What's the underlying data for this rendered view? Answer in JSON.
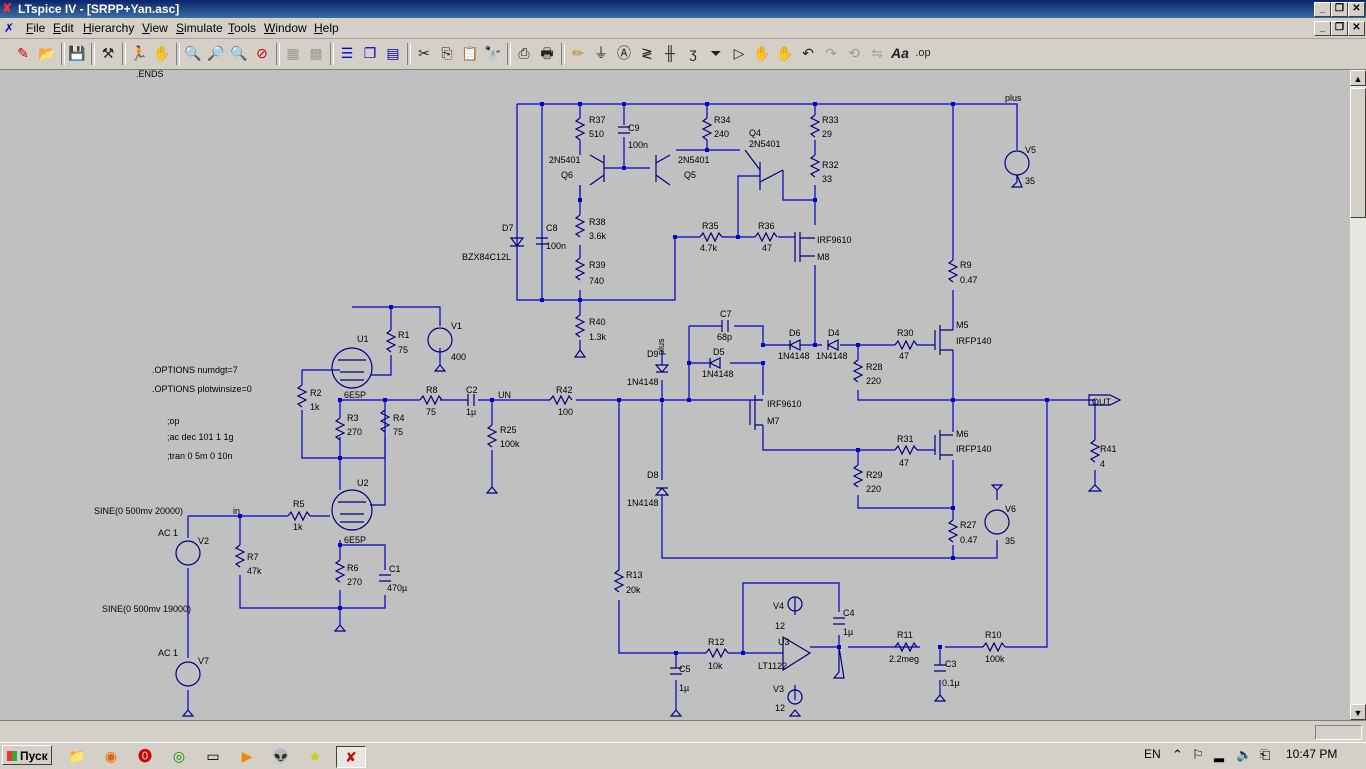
{
  "window": {
    "title": "LTspice IV - [SRPP+Yan.asc]"
  },
  "menu": [
    "File",
    "Edit",
    "Hierarchy",
    "View",
    "Simulate",
    "Tools",
    "Window",
    "Help"
  ],
  "menu_mnemonics": [
    "F",
    "E",
    "H",
    "V",
    "S",
    "T",
    "W",
    "H"
  ],
  "schematic": {
    "directives": [
      ".ENDS",
      ".OPTIONS numdgt=7",
      ".OPTIONS plotwinsize=0",
      ";op",
      ";ac dec 101 1 1g",
      ";tran 0 5m 0 10n"
    ],
    "sources": {
      "V2": {
        "name": "V2",
        "ac": "AC 1",
        "value": "SINE(0 500mv 20000)"
      },
      "V7": {
        "name": "V7",
        "ac": "AC 1",
        "value": "SINE(0 500mv 19000)"
      },
      "V1": {
        "name": "V1",
        "value": "400"
      },
      "V5": {
        "name": "V5",
        "value": "35"
      },
      "V6": {
        "name": "V6",
        "value": "35"
      },
      "V4": {
        "name": "V4",
        "value": "12"
      },
      "V3": {
        "name": "V3",
        "value": "12"
      }
    },
    "nets": {
      "in": "in",
      "un": "UN",
      "plus": "plus",
      "plus2": "plus",
      "out": "OUT"
    },
    "resistors": {
      "R1": "75",
      "R2": "1k",
      "R3": "270",
      "R4": "75",
      "R5": "1k",
      "R6": "270",
      "R7": "47k",
      "R8": "75",
      "R9": "0.47",
      "R10": "100k",
      "R11": "2.2meg",
      "R12": "10k",
      "R13": "20k",
      "R25": "100k",
      "R27": "0.47",
      "R28": "220",
      "R29": "220",
      "R30": "47",
      "R31": "47",
      "R32": "33",
      "R33": "29",
      "R34": "240",
      "R35": "4.7k",
      "R36": "47",
      "R37": "510",
      "R38": "3.6k",
      "R39": "740",
      "R40": "1.3k",
      "R41": "4",
      "R42": "100"
    },
    "capacitors": {
      "C1": "470µ",
      "C2": "1µ",
      "C3": "0.1µ",
      "C4": "1µ",
      "C5": "1µ",
      "C7": "68p",
      "C8": "100n",
      "C9": "100n"
    },
    "tubes": {
      "U1": "6E5P",
      "U2": "6E5P"
    },
    "transistors": {
      "Q4": "2N5401",
      "Q5": "2N5401",
      "Q6": "2N5401"
    },
    "mosfets": {
      "M5": "IRFP140",
      "M6": "IRFP140",
      "M7": "IRF9610",
      "M8": "IRF9610"
    },
    "diodes": {
      "D4": "1N4148",
      "D5": "1N4148",
      "D6": "1N4148",
      "D7": "BZX84C12L",
      "D8": "1N4148",
      "D9": "1N4148"
    },
    "opamp": {
      "name": "U3",
      "model": "LT1122"
    }
  },
  "taskbar": {
    "start_label": "Пуск",
    "lang": "EN",
    "clock": "10:47 PM"
  },
  "colors": {
    "wire": "#0000c8",
    "component": "#000080",
    "background": "#c0c0c0",
    "title": "#0a246a"
  }
}
